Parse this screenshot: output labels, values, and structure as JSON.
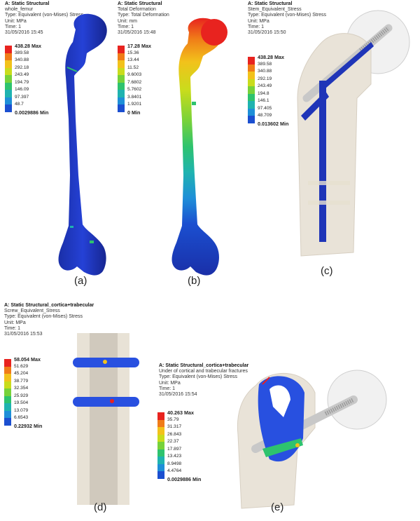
{
  "panels": [
    {
      "caption": "(a)",
      "info": [
        "A: Static Structural",
        "whole_femur",
        "Type: Equivalent (von-Mises) Stress",
        "Unit: MPa",
        "Time: 1",
        "31/05/2016 15:45"
      ],
      "legend": [
        "438.28 Max",
        "389.58",
        "340.88",
        "292.18",
        "243.49",
        "194.79",
        "146.09",
        "97.397",
        "48.7",
        "0.0029886 Min"
      ]
    },
    {
      "caption": "(b)",
      "info": [
        "A: Static Structural",
        "Total Deformation",
        "Type: Total Deformation",
        "Unit: mm",
        "Time: 1",
        "31/05/2016 15:48"
      ],
      "legend": [
        "17.28 Max",
        "15.36",
        "13.44",
        "11.52",
        "9.6003",
        "7.6802",
        "5.7602",
        "3.8401",
        "1.9201",
        "0 Min"
      ]
    },
    {
      "caption": "(c)",
      "info": [
        "A: Static Structural",
        "Stem_Equivalent_Stress",
        "Type: Equivalent (von-Mises) Stress",
        "Unit: MPa",
        "Time: 1",
        "31/05/2016 15:50"
      ],
      "legend": [
        "438.28 Max",
        "389.58",
        "340.88",
        "292.19",
        "243.49",
        "194.8",
        "146.1",
        "97.405",
        "48.709",
        "0.013602 Min"
      ]
    },
    {
      "caption": "(d)",
      "info": [
        "A: Static Structural_cortica+trabecular",
        "Screw_Equivalent_Stress",
        "Type: Equivalent (von-Mises) Stress",
        "Unit: MPa",
        "Time: 1",
        "31/05/2016 15:53"
      ],
      "legend": [
        "58.054 Max",
        "51.629",
        "45.204",
        "38.779",
        "32.354",
        "25.929",
        "19.504",
        "13.079",
        "6.6543",
        "0.22932 Min"
      ]
    },
    {
      "caption": "(e)",
      "info": [
        "A: Static Structural_cortica+trabecular",
        "Under of cortical and trabecular fractures",
        "Type: Equivalent (von-Mises) Stress",
        "Unit: MPa",
        "Time: 1",
        "31/05/2016 15:54"
      ],
      "legend": [
        "40.263 Max",
        "35.79",
        "31.317",
        "26.843",
        "22.37",
        "17.897",
        "13.423",
        "8.9498",
        "4.4764",
        "0.0029886 Min"
      ]
    }
  ],
  "legend_colors": [
    "#e8231f",
    "#f07c18",
    "#f2c21b",
    "#c9dc1c",
    "#77d23a",
    "#2ec36e",
    "#1fb3b0",
    "#1e8fd8",
    "#1b4fd0",
    "#14287a"
  ]
}
